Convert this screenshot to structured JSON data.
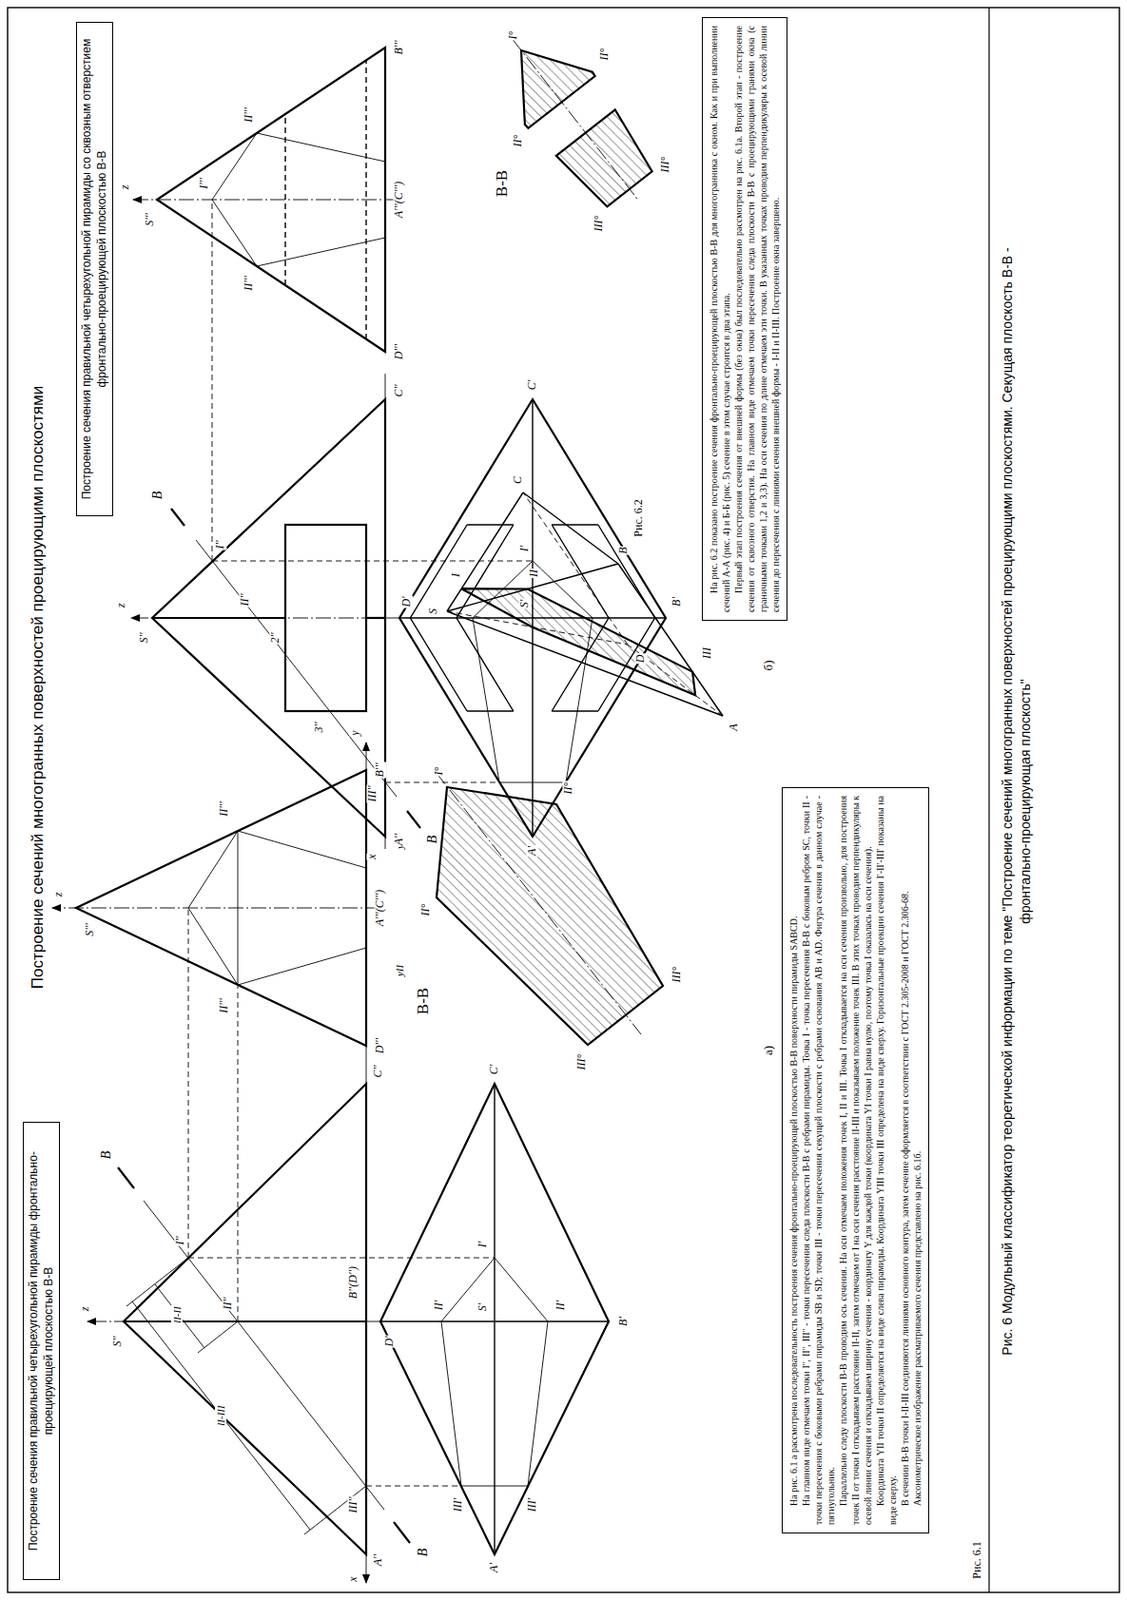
{
  "diagram": {
    "title": "Построение сечений многогранных поверхностей проецирующими плоскостями",
    "caption": "Рис. 6 Модульный классификатор теоретической информации по теме \"Построение сечений многогранных поверхностей проецирующими плоскостями. Секущая плоскость В-В - фронтально-проецирующая плоскость\"",
    "nodes": [
      {
        "text": [
          "Построение сечения правильной четырехугольной пирамиды фронтально-проецирующей плоскостью В-В"
        ]
      },
      {
        "text": [
          "Построение сечения правильной четырехугольной пирамиды со сквозным отверстием фронтально-проецирующей плоскостью В-В"
        ]
      },
      {
        "text": [
          "На рис. 6.1 а рассмотрена последовательность построения сечения фронтально-проецирующей плоскостью В-В поверхности пирамиды SABCD.",
          "На главном виде отмечаем точки I'', II'', III'' - точки пересечения следа плоскости В-В с ребрами пирамиды. Точка I - точка пересечения В-В с боковым ребром SC, точки II - точки пересечения с боковыми ребрами пирамиды SB и SD; точки III - точки пересечения секущей плоскости с ребрами основания AB и AD. Фигура сечения в данном случае - пятиугольник.",
          "Параллельно следу плоскости В-В проводим ось сечения. На оси отмечаем положения точек I, II и III. Точка I откладывается на оси сечения произвольно, для построения точек II от точки I откладываем расстояние lI-II, затем отмечаем от I на оси сечения расстояние lI-III и показываем положение точек III. В этих точках проводим перпендикуляры к осевой линии сечения и откладываем ширину сечения - координату Y для каждой точки (координата YI точки I равна нулю, поэтому точка I оказалась на оси сечения).",
          "Координата YII точки II определяется на виде слева пирамиды. Координата YIII точки III определена на виде сверху. Горизонтальные проекции сечения I'-II'-III' показаны на виде сверху.",
          "В сечении В-В точки I-II-III соединяются линиями основного контура, затем сечение оформляется в соответствии с ГОСТ 2.305-2008 и ГОСТ 2.306-68.",
          "Аксонометрическое изображение рассматриваемого сечения представлено на рис. 6.1б."
        ]
      },
      {
        "text": [
          "На рис. 6.2 показано построение сечения фронтально-проецирующей плоскостью В-В для многогранника с окном. Как и при выполнении сечений А-А (рис. 4) и Б-Б (рис. 5) сечение в этом случае строится в два этапа.",
          "Первый этап построения сечения от внешней формы (без окна) был последовательно рассмотрен на рис. 6.1а. Второй этап - построение сечения от сквозного отверстия. На главном виде отмечаем точки пересечения следа плоскости В-В с проецирующими гранями окна (с граничными точками 1,2 и 3,3). На оси сечения по длине отмечаем эти точки. В указанных точках проводим перпендикуляры к осевой линии сечения до пересечения с линиями сечения внешней формы - I-II и II-III. Построение окна завершено."
        ]
      }
    ],
    "labels": [
      "z",
      "S''",
      "x",
      "A''",
      "B''(D'')",
      "C''",
      "I''",
      "II''",
      "III''",
      "В",
      "В",
      "lI-II",
      "lI-III",
      "A'",
      "B'",
      "C'",
      "D'",
      "S'",
      "I'",
      "II'",
      "II'",
      "III'",
      "III'",
      "z",
      "S'''",
      "II'''",
      "II'''",
      "D'''",
      "A'''(C''')",
      "B'''",
      "yII",
      "yII",
      "y",
      "В-В",
      "I°",
      "II°",
      "II°",
      "III°",
      "III°",
      "S",
      "A",
      "B",
      "C",
      "D",
      "I",
      "II",
      "III",
      "а)",
      "б)",
      "Рис. 6.1",
      "z",
      "S''",
      "x",
      "A''",
      "C''",
      "I''",
      "II''",
      "III''",
      "2''",
      "3''",
      "В",
      "В",
      "A'",
      "B'",
      "C'",
      "D'",
      "S'",
      "I'",
      "z",
      "S'''",
      "I'''",
      "II'''",
      "II'''",
      "D'''",
      "A'''(C''')",
      "B'''",
      "В-В",
      "I°",
      "II°",
      "II°",
      "III°",
      "III°",
      "Рис. 6.2"
    ]
  }
}
